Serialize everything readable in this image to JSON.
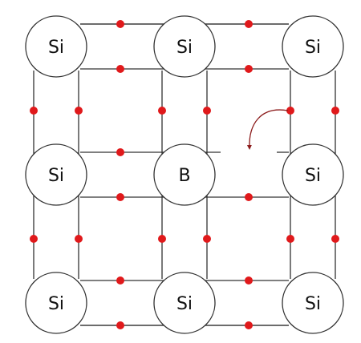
{
  "diagram": {
    "atoms": [
      {
        "label": "Si"
      },
      {
        "label": "Si"
      },
      {
        "label": "Si"
      },
      {
        "label": "Si"
      },
      {
        "label": "B"
      },
      {
        "label": "Si"
      },
      {
        "label": "Si"
      },
      {
        "label": "Si"
      },
      {
        "label": "Si"
      }
    ],
    "electron_color": "#e0191b",
    "arrow_color": "#8b1a1a",
    "missing_bond": {
      "row": 1,
      "col": 1,
      "direction": "right",
      "line": "top"
    }
  }
}
